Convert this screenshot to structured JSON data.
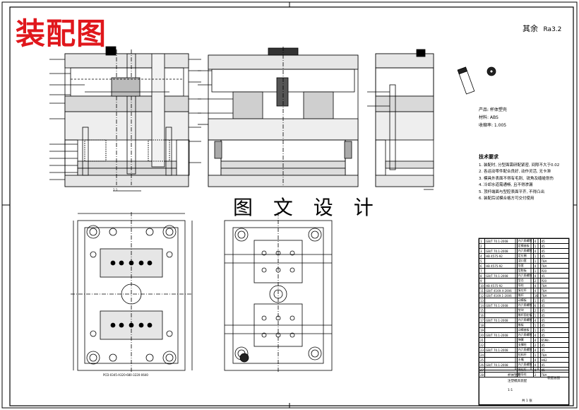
{
  "header": {
    "title": "装配图",
    "center_caption": "图 文 设 计"
  },
  "surface": {
    "label": "其余",
    "symbol": "Ra3.2"
  },
  "product_info": [
    "产品: 杯体塑壳",
    "材料: ABS",
    "收缩率: 1.005"
  ],
  "tech_requirements": {
    "heading": "技术要求",
    "lines": [
      "1. 装配时, 分型面需研配紧密, 间隙不大于0.02",
      "2. 各运动零件配合良好, 动作灵活, 无卡滞",
      "3. 模具外表面不得有毛刺、锐角及磕碰划伤",
      "4. 冷却水道需通畅, 且不得渗漏",
      "5. 顶杆端面与型腔表面平齐, 不得凸出",
      "6. 装配后试模合格方可交付使用"
    ]
  },
  "bom": {
    "rows": [
      [
        "GB/T 70.1-2008",
        "内六角螺钉",
        "4",
        "45"
      ],
      [
        "",
        "定模座板",
        "1",
        "45"
      ],
      [
        "GB/T 70.1-2008",
        "内六角螺钉",
        "4",
        "45"
      ],
      [
        "HB 4575-92",
        "定位圈",
        "1",
        "45"
      ],
      [
        "",
        "浇口套",
        "1",
        "T8A"
      ],
      [
        "HB 4575-92",
        "导套",
        "4",
        "T8A"
      ],
      [
        "",
        "型腔板",
        "1",
        "P20"
      ],
      [
        "GB/T 70.1-2008",
        "内六角螺钉",
        "4",
        "45"
      ],
      [
        "",
        "型芯",
        "2",
        "P20"
      ],
      [
        "HB 4575-92",
        "导柱",
        "4",
        "T8A"
      ],
      [
        "GB/T 4169.4-2006",
        "复位杆",
        "4",
        "T8A"
      ],
      [
        "GB/T 4169.1-2006",
        "推杆",
        "16",
        "T8A"
      ],
      [
        "",
        "动模板",
        "1",
        "45"
      ],
      [
        "GB/T 70.1-2008",
        "内六角螺钉",
        "6",
        "45"
      ],
      [
        "",
        "垫块",
        "2",
        "45"
      ],
      [
        "",
        "推杆固定板",
        "1",
        "45"
      ],
      [
        "GB/T 70.1-2008",
        "内六角螺钉",
        "4",
        "45"
      ],
      [
        "",
        "推板",
        "1",
        "45"
      ],
      [
        "",
        "动模座板",
        "1",
        "45"
      ],
      [
        "GB/T 70.1-2008",
        "内六角螺钉",
        "4",
        "45"
      ],
      [
        "",
        "弹簧",
        "4",
        "65Mn"
      ],
      [
        "",
        "支撑柱",
        "2",
        "45"
      ],
      [
        "GB/T 70.1-2008",
        "内六角螺钉",
        "4",
        "45"
      ],
      [
        "",
        "拉料杆",
        "1",
        "T8A"
      ],
      [
        "",
        "水嘴",
        "4",
        "H62"
      ],
      [
        "GB/T 70.1-2008",
        "内六角螺钉",
        "4",
        "45"
      ],
      [
        "",
        "限位钉",
        "4",
        "45"
      ],
      [
        "",
        "斜导柱",
        "2",
        "T8A"
      ]
    ]
  },
  "title_block": {
    "part_name": "杯体塑壳",
    "drawing_name": "注塑模具装配",
    "school": "装配总图",
    "scale": "1:1",
    "sheet": "共 1 张"
  },
  "scale_notes": {
    "front": "1:1",
    "bottom": "PCD-0345-A320-680-3220-0640"
  }
}
